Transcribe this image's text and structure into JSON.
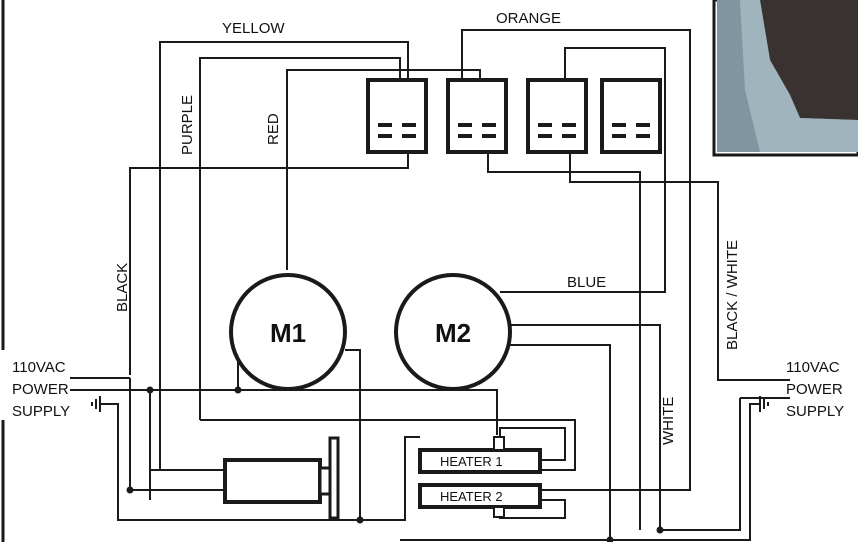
{
  "wire_labels": {
    "yellow": "YELLOW",
    "orange": "ORANGE",
    "purple": "PURPLE",
    "red": "RED",
    "black": "BLACK",
    "black_white": "BLACK / WHITE",
    "blue": "BLUE",
    "white": "WHITE"
  },
  "motors": {
    "m1": "M1",
    "m2": "M2"
  },
  "heaters": {
    "h1": "HEATER 1",
    "h2": "HEATER 2"
  },
  "power_left": {
    "line1": "110VAC",
    "line2": "POWER",
    "line3": "SUPPLY"
  },
  "power_right": {
    "line1": "110VAC",
    "line2": "POWER",
    "line3": "SUPPLY"
  },
  "colors": {
    "wire": "#1a1a1a",
    "photo_bg": "#8aa0aa",
    "photo_dark": "#3a3230"
  }
}
